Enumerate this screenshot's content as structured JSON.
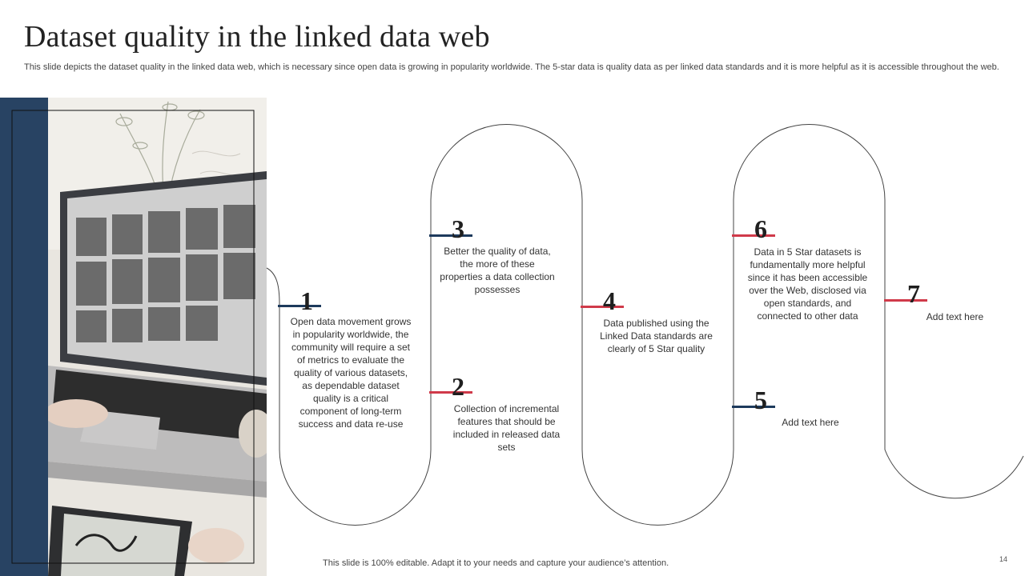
{
  "title": "Dataset quality in the linked data web",
  "subtitle": "This slide depicts the dataset quality in the linked data web, which is necessary since open data is growing in popularity worldwide. The 5-star data is quality data as per linked data standards and it is more helpful as it is accessible throughout the web.",
  "steps": [
    {
      "num": "1",
      "text": "Open data movement grows in popularity worldwide, the community will require a set of metrics to evaluate the quality of various datasets, as dependable dataset quality is a critical component of long-term success and data re-use"
    },
    {
      "num": "2",
      "text": "Collection of incremental features that should be included in released data sets"
    },
    {
      "num": "3",
      "text": "Better the quality of data, the more of these properties a data collection possesses"
    },
    {
      "num": "4",
      "text": "Data published using the Linked Data standards are clearly of 5 Star quality"
    },
    {
      "num": "5",
      "text": "Add text here"
    },
    {
      "num": "6",
      "text": "Data in 5 Star datasets is fundamentally more helpful since it has been accessible over the Web, disclosed via open standards, and connected to other data"
    },
    {
      "num": "7",
      "text": "Add text here"
    }
  ],
  "footer": "This slide is 100% editable. Adapt it to your needs and capture your audience’s attention.",
  "page_number": "14",
  "colors": {
    "navy": "#1d3a5c",
    "red": "#d03a4a"
  }
}
